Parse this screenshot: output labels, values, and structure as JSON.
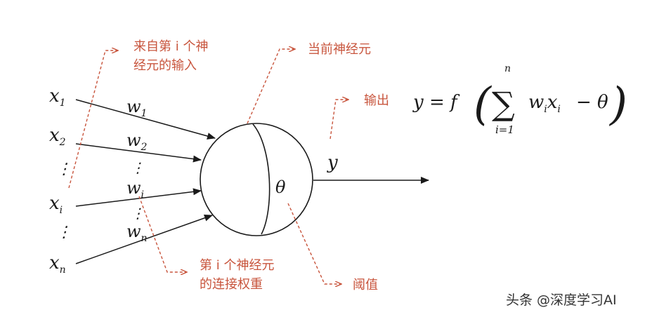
{
  "inputs": {
    "x1": "x",
    "x1_sub": "1",
    "x2": "x",
    "x2_sub": "2",
    "xi": "x",
    "xi_sub": "i",
    "xn": "x",
    "xn_sub": "n",
    "dots": "⋮"
  },
  "weights": {
    "w1": "w",
    "w1_sub": "1",
    "w2": "w",
    "w2_sub": "2",
    "wi": "w",
    "wi_sub": "i",
    "wn": "w",
    "wn_sub": "n",
    "dots": "⋮"
  },
  "neuron": {
    "theta": "θ"
  },
  "output": {
    "y": "y"
  },
  "annotations": {
    "input_from_line1": "来自第 i 个神",
    "input_from_line2": "经元的输入",
    "current_neuron": "当前神经元",
    "output_label": "输出",
    "weight_line1": "第 i 个神经元",
    "weight_line2": "的连接权重",
    "threshold": "阈值"
  },
  "formula": {
    "lhs": "y = f",
    "sum_sign": "∑",
    "sum_top": "n",
    "sum_bottom": "i=1",
    "term_w": "w",
    "term_w_sub": "i",
    "term_x": "x",
    "term_x_sub": "i",
    "minus_theta": "− θ",
    "lparen": "(",
    "rparen": ")"
  },
  "watermark": "头条 @深度学习AI",
  "colors": {
    "annotation": "#c8553d",
    "ink": "#1a1a1a"
  }
}
